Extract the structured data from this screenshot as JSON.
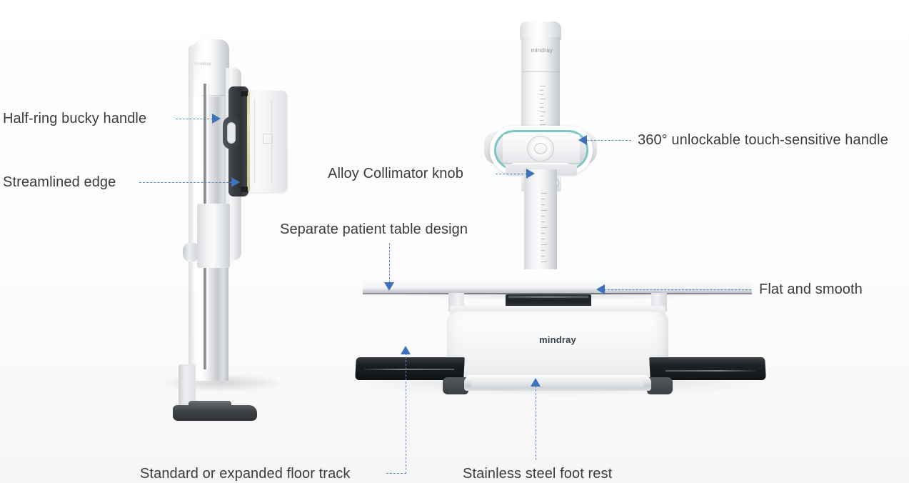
{
  "page": {
    "background_color": "#fcfcfc",
    "label_text_color": "#3b3b3d",
    "leader_color": "#5b87c9",
    "arrow_color": "#3f72bd",
    "accent_teal": "#7dc6c6"
  },
  "brands": {
    "wallstand_column": "mindray",
    "tube_column": "mindray",
    "table_base": "mindray"
  },
  "callouts": [
    {
      "id": "half-ring-bucky-handle",
      "label": "Half-ring bucky handle",
      "leader": "horizontal",
      "arrow": "right"
    },
    {
      "id": "streamlined-edge",
      "label": "Streamlined edge",
      "leader": "horizontal",
      "arrow": "right"
    },
    {
      "id": "alloy-collimator-knob",
      "label": "Alloy Collimator knob",
      "leader": "horizontal",
      "arrow": "right"
    },
    {
      "id": "touch-sensitive-handle",
      "label": "360° unlockable touch-sensitive handle",
      "leader": "horizontal",
      "arrow": "left"
    },
    {
      "id": "separate-patient-table-design",
      "label": "Separate patient table design",
      "leader": "vertical",
      "arrow": "down"
    },
    {
      "id": "flat-and-smooth",
      "label": "Flat and smooth",
      "leader": "horizontal",
      "arrow": "left"
    },
    {
      "id": "standard-or-expanded-floor-track",
      "label": "Standard or expanded floor track",
      "leader": "elbow",
      "arrow": "up"
    },
    {
      "id": "stainless-steel-foot-rest",
      "label": "Stainless steel foot rest",
      "leader": "vertical",
      "arrow": "up"
    }
  ]
}
